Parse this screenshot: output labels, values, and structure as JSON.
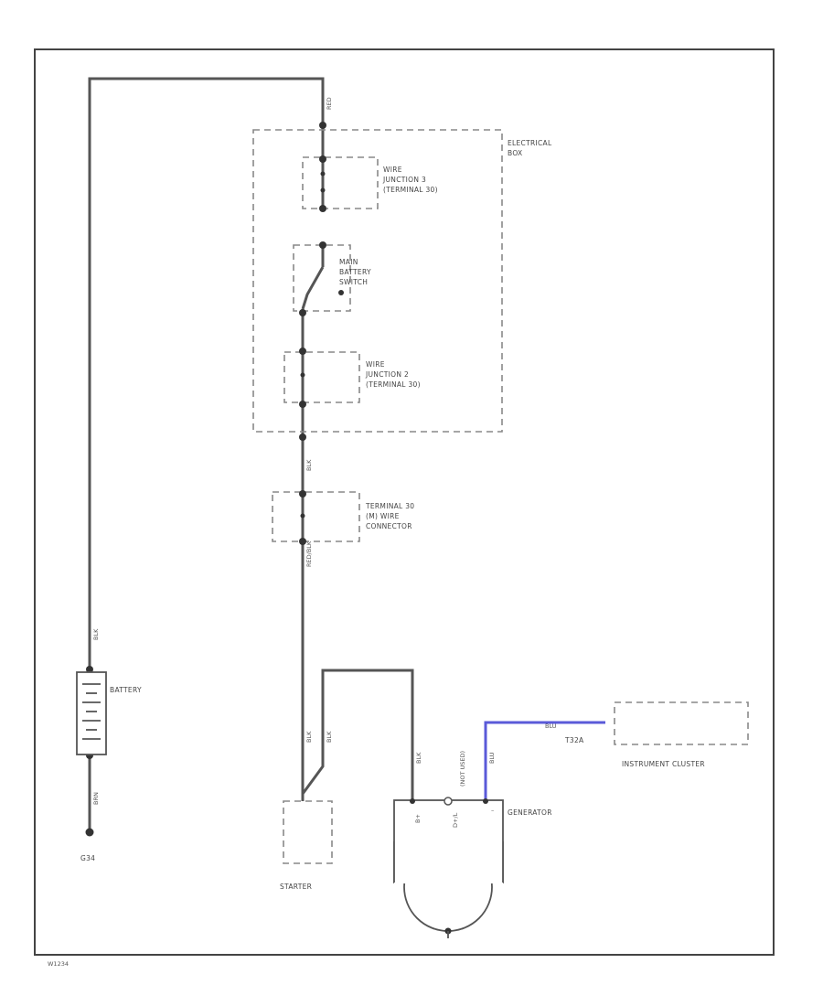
{
  "components": {
    "electrical_box": [
      "ELECTRICAL",
      "BOX"
    ],
    "wire_junction_3": [
      "WIRE",
      "JUNCTION 3",
      "(TERMINAL 30)"
    ],
    "main_battery_switch": [
      "MAIN",
      "BATTERY",
      "SWITCH"
    ],
    "wire_junction_2": [
      "WIRE",
      "JUNCTION 2",
      "(TERMINAL 30)"
    ],
    "terminal_30_connector": [
      "TERMINAL 30",
      "(M) WIRE",
      "CONNECTOR"
    ],
    "battery": "BATTERY",
    "ground": "G34",
    "starter": "STARTER",
    "generator": "GENERATOR",
    "instrument_cluster": "INSTRUMENT CLUSTER",
    "cluster_pin": "T32A"
  },
  "wires": {
    "top_red": "RED",
    "junction_out": "BLK",
    "connector_in": "BLK",
    "connector_out": "RED/BLK",
    "battery_pos": "BLK",
    "battery_neg": "BRN",
    "starter_feed": "BLK",
    "generator_b": "BLK",
    "generator_sense": "BLU",
    "cluster_wire": "BLU",
    "not_used": "(NOT USED)"
  },
  "generator_terminals": {
    "b_plus": "B+",
    "d_plus": "D+/L",
    "minus": "–"
  },
  "footer_id": "W1234"
}
